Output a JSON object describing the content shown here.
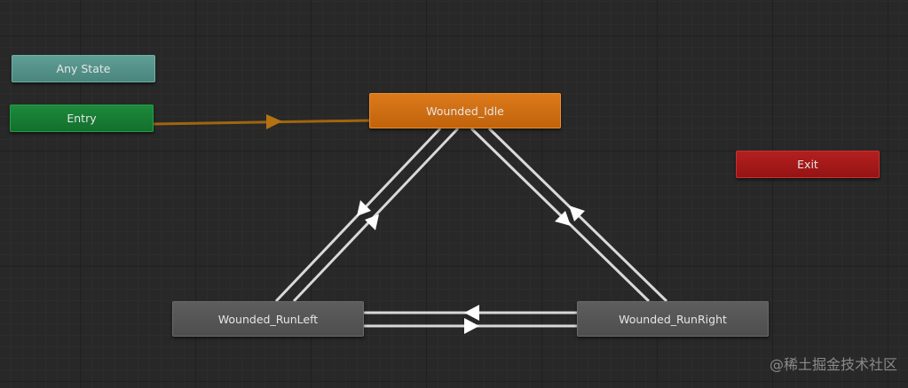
{
  "states": {
    "any_state": "Any State",
    "entry": "Entry",
    "idle": "Wounded_Idle",
    "run_left": "Wounded_RunLeft",
    "run_right": "Wounded_RunRight",
    "exit": "Exit"
  },
  "colors": {
    "background": "#282828",
    "any_state": "#56968c",
    "entry": "#17803a",
    "default_state": "#d06e14",
    "exit": "#a31a1a",
    "state": "#555555",
    "transition": "#d9d9d9",
    "entry_transition": "#a0650f"
  },
  "transitions": [
    {
      "from": "Entry",
      "to": "Wounded_Idle"
    },
    {
      "from": "Wounded_Idle",
      "to": "Wounded_RunLeft"
    },
    {
      "from": "Wounded_RunLeft",
      "to": "Wounded_Idle"
    },
    {
      "from": "Wounded_Idle",
      "to": "Wounded_RunRight"
    },
    {
      "from": "Wounded_RunRight",
      "to": "Wounded_Idle"
    },
    {
      "from": "Wounded_RunRight",
      "to": "Wounded_RunLeft"
    },
    {
      "from": "Wounded_RunLeft",
      "to": "Wounded_RunRight"
    }
  ],
  "watermark": "@稀土掘金技术社区"
}
